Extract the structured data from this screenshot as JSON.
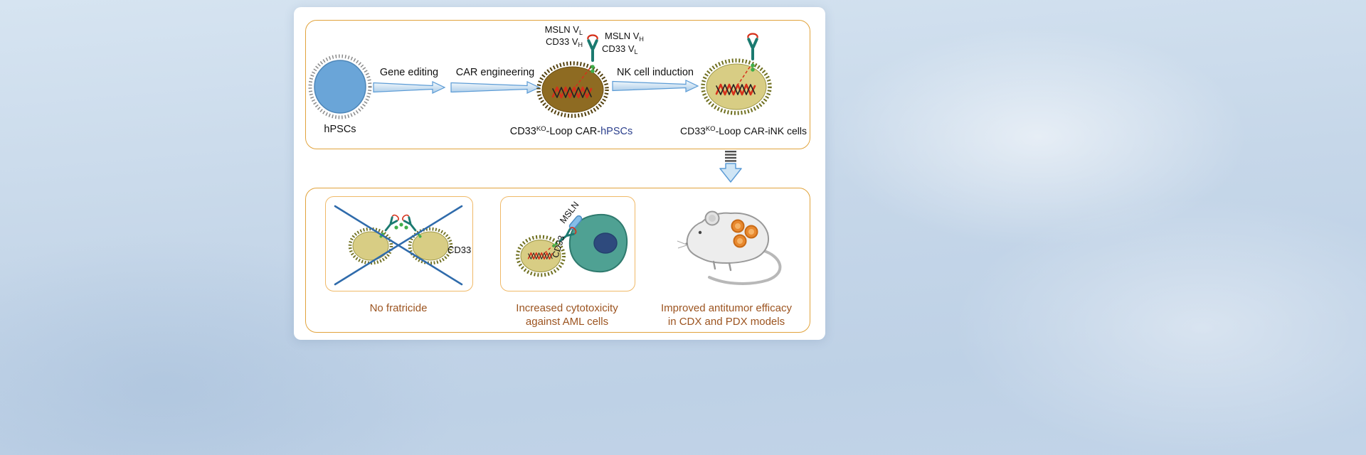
{
  "colors": {
    "panel-border": "#E1A33C",
    "inner-panel-border": "#F0B968",
    "caption-text": "#9C5420",
    "highlight-blue": "#2B3F8C",
    "hpsc-fill": "#6AA5D8",
    "car-hpsc-fill": "#8E6B22",
    "ink-cell-fill": "#D8CD84",
    "aml-cell-fill": "#4FA193",
    "construct-teal": "#1B7A70",
    "dna-red": "#D6301A",
    "arrow-blue": "#5B9BD5",
    "cross-blue": "#2F6BAB",
    "tumor-orange": "#E8892F"
  },
  "workflow": {
    "construct_labels": {
      "msln_vl": {
        "text": "MSLN V",
        "sub": "L"
      },
      "cd33_vh": {
        "text": "CD33 V",
        "sub": "H"
      },
      "msln_vh": {
        "text": "MSLN V",
        "sub": "H"
      },
      "cd33_vl": {
        "text": "CD33 V",
        "sub": "L"
      }
    },
    "steps": [
      {
        "label": "Gene editing"
      },
      {
        "label": "CAR engineering"
      },
      {
        "label": "NK cell induction"
      }
    ],
    "labels": {
      "hpsc": "hPSCs",
      "car_hpsc": {
        "base": "CD33",
        "sup": "KO",
        "mid": "-Loop CAR-",
        "highlight": "hPSCs"
      },
      "car_ink": {
        "base": "CD33",
        "sup": "KO",
        "mid": "-Loop CAR-iNK cells"
      }
    }
  },
  "outcomes": {
    "fratricide": {
      "annotation": "CD33",
      "caption": "No fratricide"
    },
    "cytotoxicity": {
      "msln": "MSLN",
      "cd33": "CD33",
      "caption": [
        "Increased cytotoxicity",
        "against AML cells"
      ]
    },
    "in_vivo": {
      "caption": [
        "Improved antitumor efficacy",
        "in CDX and PDX models"
      ]
    }
  }
}
